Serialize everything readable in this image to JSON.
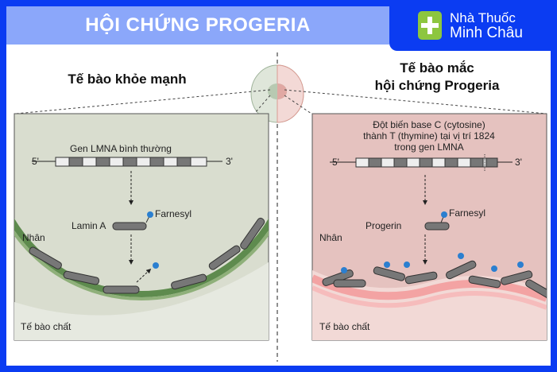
{
  "title": "HỘI CHỨNG PROGERIA",
  "brand": {
    "line1": "Nhà Thuốc",
    "line2": "Minh Châu",
    "logo_icon": "plus-icon",
    "logo_color": "#8dc63f",
    "accent": "#0b3cf2"
  },
  "healthy": {
    "heading": "Tế bào khỏe mạnh",
    "gene_label": "Gen LMNA bình thường",
    "five_prime": "5'",
    "three_prime": "3'",
    "protein": "Lamin A",
    "farnesyl": "Farnesyl",
    "nucleus": "Nhân",
    "cytoplasm": "Tế bào chất",
    "panel_color": "#d9ddcf"
  },
  "progeria": {
    "heading_line1": "Tế bào mắc",
    "heading_line2": "hội chứng Progeria",
    "mutation_line1": "Đột biến base C (cytosine)",
    "mutation_line2": "thành T (thymine) tại vị trí 1824",
    "mutation_line3": "trong gen LMNA",
    "five_prime": "5'",
    "three_prime": "3'",
    "protein": "Progerin",
    "farnesyl": "Farnesyl",
    "nucleus": "Nhân",
    "cytoplasm": "Tế bào chất",
    "panel_color": "#e5c2bf"
  }
}
